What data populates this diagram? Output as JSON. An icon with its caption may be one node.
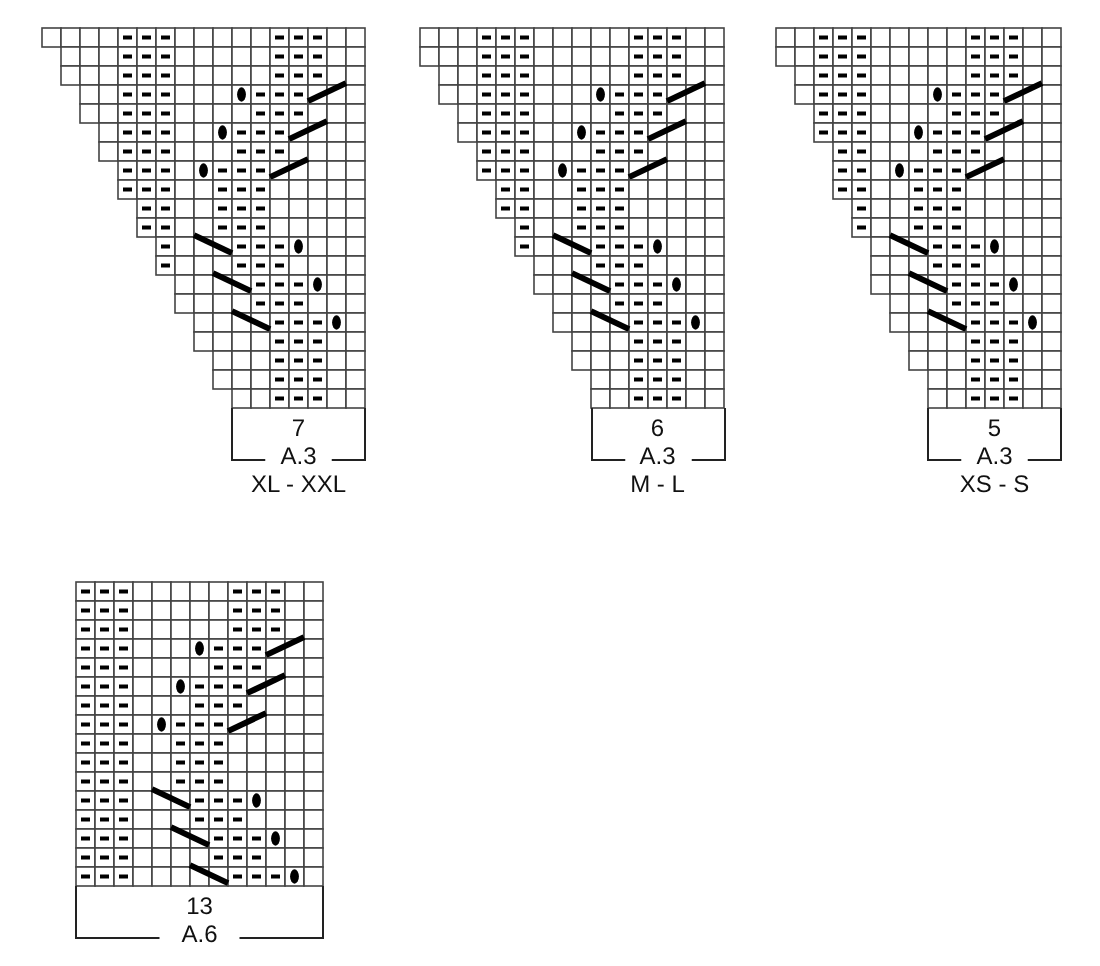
{
  "diagram": {
    "labels": [
      "7",
      "A.3",
      "XL - XXL",
      "6",
      "A.3",
      "M - L",
      "5",
      "A.3",
      "XS - S",
      "13",
      "A.6"
    ]
  }
}
